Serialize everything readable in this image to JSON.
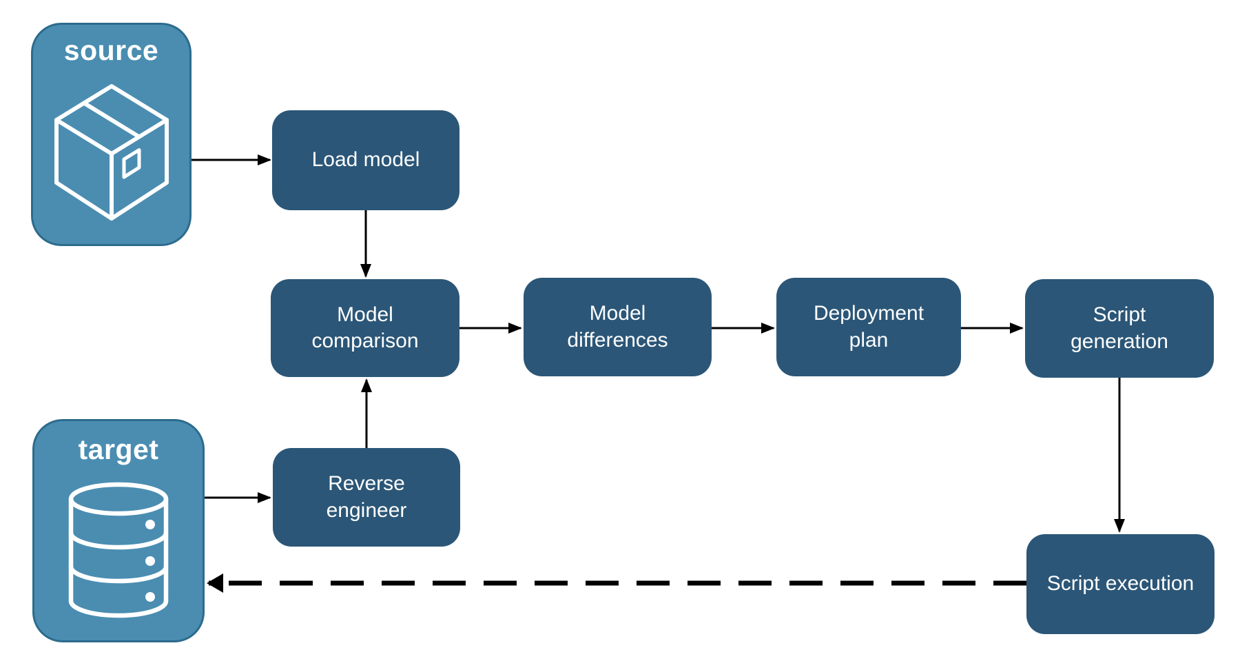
{
  "diagram": {
    "endpoints": {
      "source": {
        "label": "source",
        "icon": "package-icon"
      },
      "target": {
        "label": "target",
        "icon": "database-icon"
      }
    },
    "nodes": {
      "load_model": {
        "label": "Load model"
      },
      "model_comparison": {
        "label": "Model comparison"
      },
      "model_differences": {
        "label": "Model differences"
      },
      "deployment_plan": {
        "label": "Deployment plan"
      },
      "script_generation": {
        "label": "Script generation"
      },
      "reverse_engineer": {
        "label": "Reverse engineer"
      },
      "script_execution": {
        "label": "Script execution"
      }
    },
    "edges": [
      {
        "from": "source",
        "to": "load_model",
        "style": "solid"
      },
      {
        "from": "load_model",
        "to": "model_comparison",
        "style": "solid"
      },
      {
        "from": "model_comparison",
        "to": "model_differences",
        "style": "solid"
      },
      {
        "from": "model_differences",
        "to": "deployment_plan",
        "style": "solid"
      },
      {
        "from": "deployment_plan",
        "to": "script_generation",
        "style": "solid"
      },
      {
        "from": "script_generation",
        "to": "script_execution",
        "style": "solid"
      },
      {
        "from": "target",
        "to": "reverse_engineer",
        "style": "solid"
      },
      {
        "from": "reverse_engineer",
        "to": "model_comparison",
        "style": "solid"
      },
      {
        "from": "script_execution",
        "to": "target",
        "style": "dashed"
      }
    ],
    "colors": {
      "node_fill": "#2B5677",
      "endpoint_fill": "#4A8DB1",
      "endpoint_border": "#2C6B8C",
      "text": "#FFFFFF",
      "arrow": "#000000",
      "background": "#FFFFFF"
    }
  }
}
